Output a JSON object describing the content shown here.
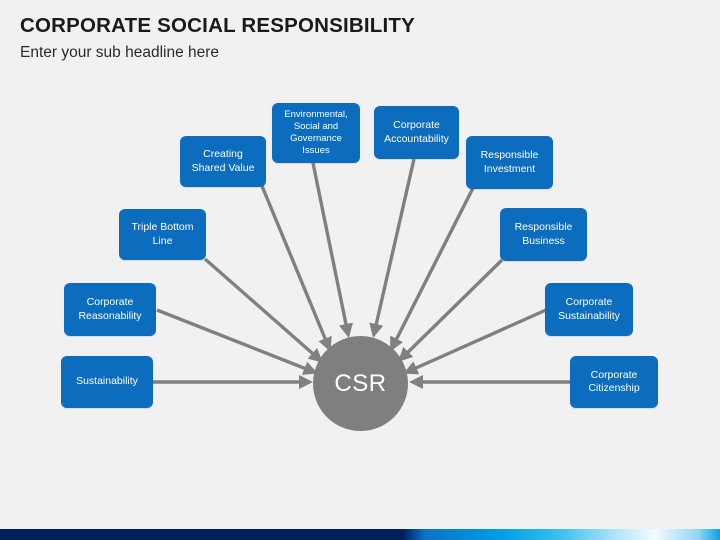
{
  "header": {
    "title": "CORPORATE SOCIAL RESPONSIBILITY",
    "subtitle": "Enter your sub headline here"
  },
  "diagram": {
    "center": {
      "label": "CSR",
      "color": "#7f7f7f",
      "text_color": "#ffffff"
    },
    "node_color": "#0c6cbd",
    "node_text_color": "#ffffff",
    "connector_color": "#808080",
    "nodes": [
      {
        "id": "creating-shared-value",
        "label": "Creating Shared Value"
      },
      {
        "id": "environmental-social-governance-issues",
        "label": "Environmental, Social and Governance Issues"
      },
      {
        "id": "corporate-accountability",
        "label": "Corporate Accountability"
      },
      {
        "id": "responsible-investment",
        "label": "Responsible Investment"
      },
      {
        "id": "triple-bottom-line",
        "label": "Triple Bottom Line"
      },
      {
        "id": "responsible-business",
        "label": "Responsible Business"
      },
      {
        "id": "corporate-reasonability",
        "label": "Corporate Reasonability"
      },
      {
        "id": "corporate-sustainability",
        "label": "Corporate Sustainability"
      },
      {
        "id": "sustainability",
        "label": "Sustainability"
      },
      {
        "id": "corporate-citizenship",
        "label": "Corporate Citizenship"
      }
    ]
  },
  "accent_bar": {
    "start_color": "#04205c",
    "mid_color": "#01a0e4",
    "end_color": "#0da2e2"
  },
  "background_color": "#f1f1f1"
}
